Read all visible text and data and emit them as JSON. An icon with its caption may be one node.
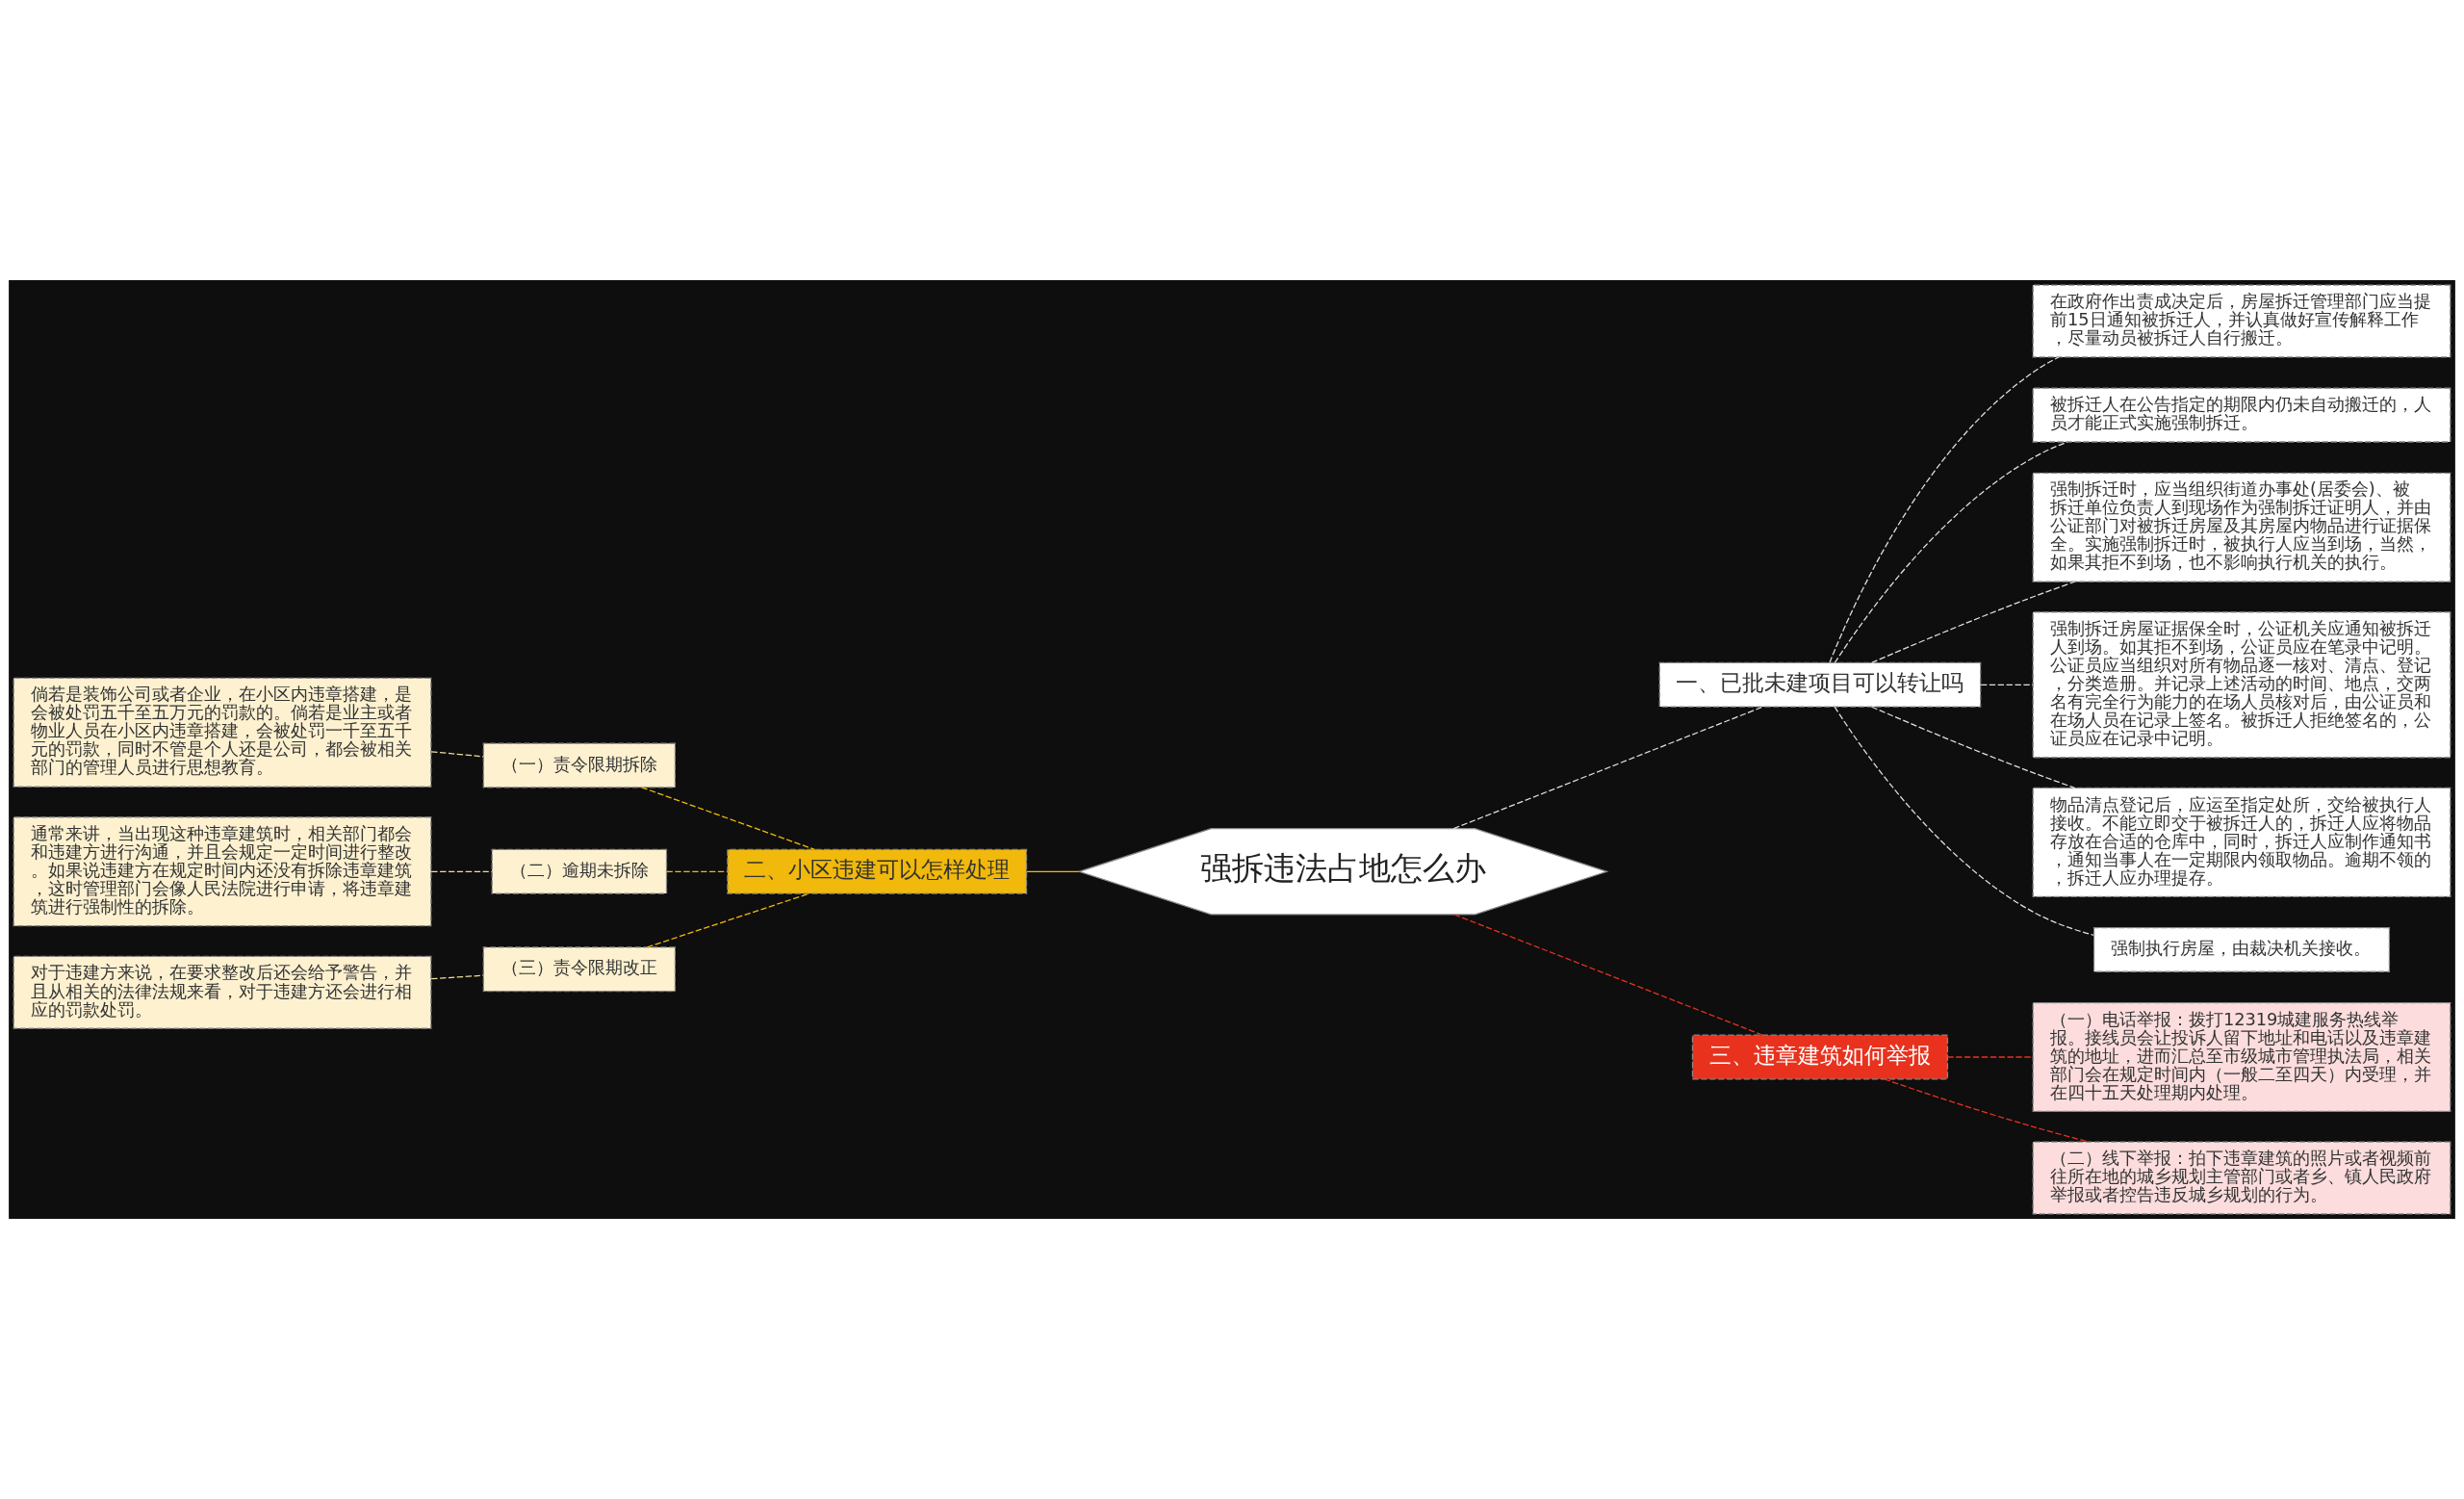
{
  "diagram": {
    "nodes": [
      {
        "text": [
          "强拆违法占地怎么办"
        ]
      },
      {
        "text": [
          "一、已批未建项目可以转让吗"
        ]
      },
      {
        "text": [
          "在政府作出责成决定后，房屋拆迁管理部门应当提前15日通知被拆迁人，并认真做好宣传解释工作，尽量动员被拆迁人自行搬迁。"
        ]
      },
      {
        "text": [
          "被拆迁人在公告指定的期限内仍未自动搬迁的，人员才能正式实施强制拆迁。"
        ]
      },
      {
        "text": [
          "强制拆迁时，应当组织街道办事处(居委会)、被拆迁单位负责人到现场作为强制拆迁证明人，并由公证部门对被拆迁房屋及其房屋内物品进行证据保全。实施强制拆迁时，被执行人应当到场，当然，如果其拒不到场，也不影响执行机关的执行。"
        ]
      },
      {
        "text": [
          "强制拆迁房屋证据保全时，公证机关应通知被拆迁人到场。如其拒不到场，公证员应在笔录中记明。公证员应当组织对所有物品逐一核对、清点、登记，分类造册。并记录上述活动的时间、地点，交两名有完全行为能力的在场人员核对后，由公证员和在场人员在记录上签名。被拆迁人拒绝签名的，公证员应在记录中记明。"
        ]
      },
      {
        "text": [
          "物品清点登记后，应运至指定处所，交给被执行人接收。不能立即交于被拆迁人的，拆迁人应将物品存放在合适的仓库中，同时，拆迁人应制作通知书，通知当事人在一定期限内领取物品。逾期不领的，拆迁人应办理提存。"
        ]
      },
      {
        "text": [
          "强制执行房屋，由裁决机关接收。"
        ]
      },
      {
        "text": [
          "二、小区违建可以怎样处理"
        ]
      },
      {
        "text": [
          "（一）责令限期拆除"
        ]
      },
      {
        "text": [
          "倘若是装饰公司或者企业，在小区内违章搭建，是会被处罚五千至五万元的罚款的。倘若是业主或者物业人员在小区内违章搭建，会被处罚一千至五千元的罚款，同时不管是个人还是公司，都会被相关部门的管理人员进行思想教育。"
        ]
      },
      {
        "text": [
          "（二）逾期未拆除"
        ]
      },
      {
        "text": [
          "通常来讲，当出现这种违章建筑时，相关部门都会和违建方进行沟通，并且会规定一定时间进行整改。如果说违建方在规定时间内还没有拆除违章建筑，这时管理部门会像人民法院进行申请，将违章建筑进行强制性的拆除。"
        ]
      },
      {
        "text": [
          "（三）责令限期改正"
        ]
      },
      {
        "text": [
          "对于违建方来说，在要求整改后还会给予警告，并且从相关的法律法规来看，对于违建方还会进行相应的罚款处罚。"
        ]
      },
      {
        "text": [
          "三、违章建筑如何举报"
        ]
      },
      {
        "text": [
          "（一）电话举报：拨打12319城建服务热线举报。接线员会让投诉人留下地址和电话以及违章建筑的地址，进而汇总至市级城市管理执法局，相关部门会在规定时间内（一般二至四天）内受理，并在四十五天处理期内处理。"
        ]
      },
      {
        "text": [
          "（二）线下举报：拍下违章建筑的照片或者视频前往所在地的城乡规划主管部门或者乡、镇人民政府举报或者控告违反城乡规划的行为。"
        ]
      }
    ],
    "edges": [
      {
        "from": 0,
        "to": 1,
        "arrow": "none",
        "style": "dashed",
        "color": "#e0e0e0"
      },
      {
        "from": 1,
        "to": 2,
        "arrow": "none",
        "style": "dashed",
        "color": "#e0e0e0"
      },
      {
        "from": 1,
        "to": 3,
        "arrow": "none",
        "style": "dashed",
        "color": "#e0e0e0"
      },
      {
        "from": 1,
        "to": 4,
        "arrow": "none",
        "style": "dashed",
        "color": "#e0e0e0"
      },
      {
        "from": 1,
        "to": 5,
        "arrow": "none",
        "style": "dashed",
        "color": "#e0e0e0"
      },
      {
        "from": 1,
        "to": 6,
        "arrow": "none",
        "style": "dashed",
        "color": "#e0e0e0"
      },
      {
        "from": 1,
        "to": 7,
        "arrow": "none",
        "style": "dashed",
        "color": "#e0e0e0"
      },
      {
        "from": 0,
        "to": 8,
        "arrow": "none",
        "color": "#f0b90b"
      },
      {
        "from": 8,
        "to": 9,
        "arrow": "none",
        "style": "dashed",
        "color": "#f0b90b"
      },
      {
        "from": 9,
        "to": 10,
        "arrow": "none",
        "style": "dashed",
        "color": "#f0dca0"
      },
      {
        "from": 8,
        "to": 11,
        "arrow": "none",
        "style": "dashed",
        "color": "#f0b90b"
      },
      {
        "from": 11,
        "to": 12,
        "arrow": "none",
        "style": "dashed",
        "color": "#f0dca0"
      },
      {
        "from": 8,
        "to": 13,
        "arrow": "none",
        "style": "dashed",
        "color": "#f0b90b"
      },
      {
        "from": 13,
        "to": 14,
        "arrow": "none",
        "style": "dashed",
        "color": "#f0dca0"
      },
      {
        "from": 0,
        "to": 15,
        "arrow": "none",
        "style": "dashed",
        "color": "#e8321e"
      },
      {
        "from": 15,
        "to": 16,
        "arrow": "none",
        "style": "dashed",
        "color": "#e8321e"
      },
      {
        "from": 15,
        "to": 17,
        "arrow": "none",
        "style": "dashed",
        "color": "#e8321e"
      }
    ]
  }
}
